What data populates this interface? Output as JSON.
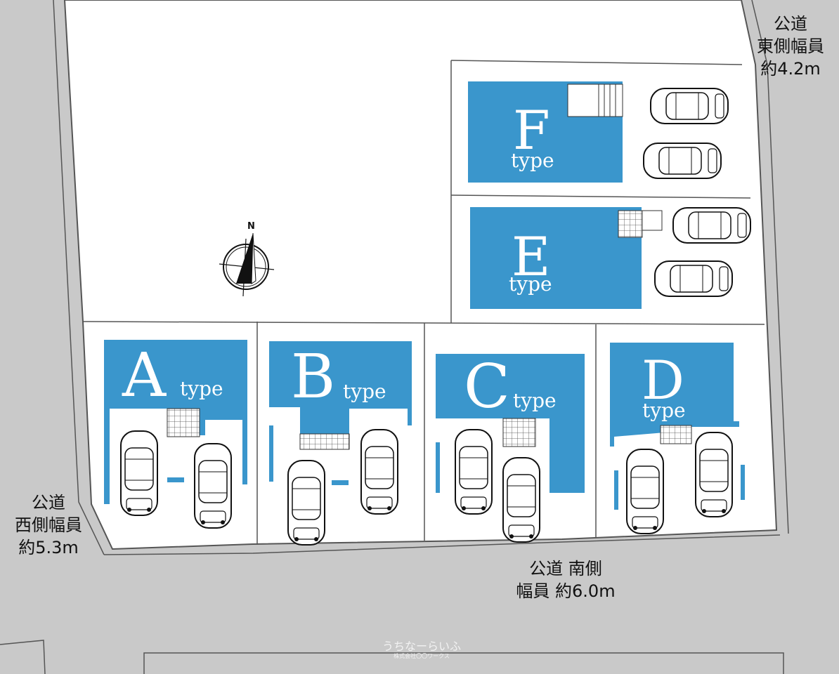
{
  "roads": {
    "east": {
      "line1": "公道",
      "line2": "東側幅員",
      "line3": "約4.2m"
    },
    "west": {
      "line1": "公道",
      "line2": "西側幅員",
      "line3": "約5.3m"
    },
    "south": {
      "line1": "公道 南側",
      "line2": "幅員 約6.0m"
    }
  },
  "compass": {
    "north_label": "N"
  },
  "lots": [
    {
      "id": "A",
      "letter": "A",
      "suffix": "type"
    },
    {
      "id": "B",
      "letter": "B",
      "suffix": "type"
    },
    {
      "id": "C",
      "letter": "C",
      "suffix": "type"
    },
    {
      "id": "D",
      "letter": "D",
      "suffix": "type"
    },
    {
      "id": "E",
      "letter": "E",
      "suffix": "type"
    },
    {
      "id": "F",
      "letter": "F",
      "suffix": "type"
    }
  ],
  "watermark": {
    "brand": "うちなーらいふ",
    "company": "株式会社〇〇ワークス"
  },
  "colors": {
    "building": "#3a96cc",
    "background": "#c9c9c9",
    "lot": "#ffffff",
    "line": "#555555"
  }
}
